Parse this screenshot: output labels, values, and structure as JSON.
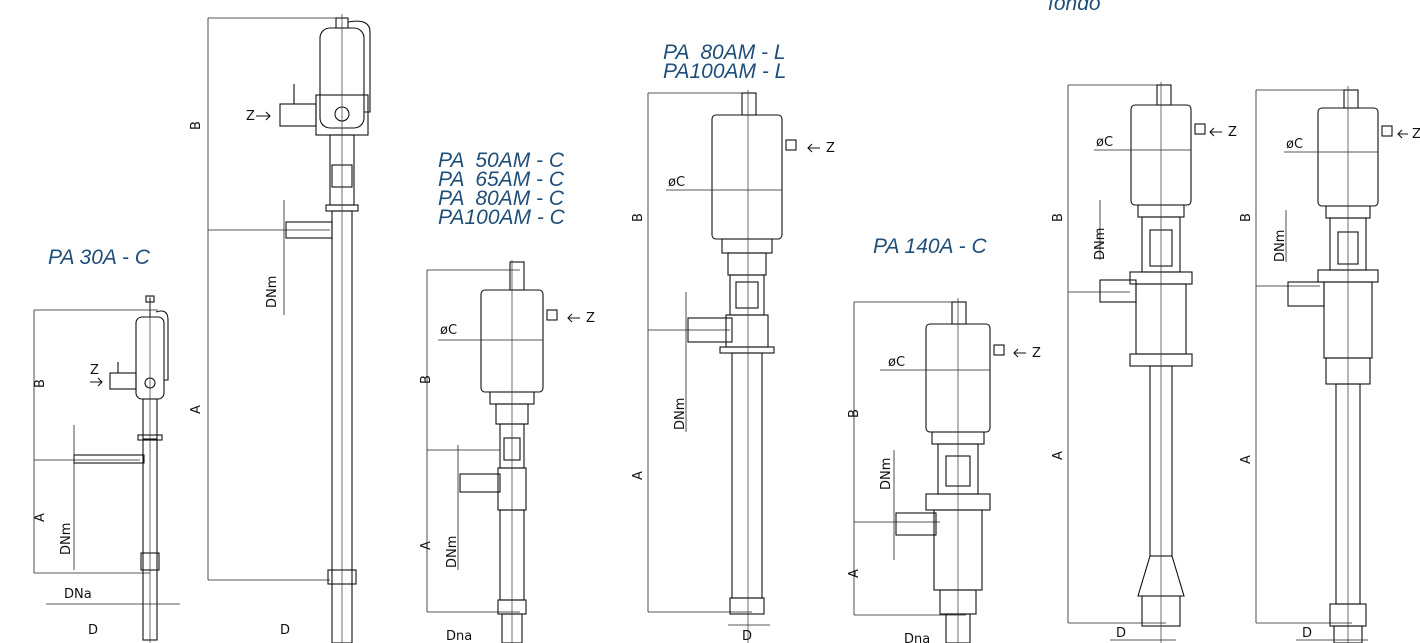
{
  "titles": {
    "pa30": "PA 30A - C",
    "series_c": [
      "PA  50AM - C",
      "PA  65AM - C",
      "PA  80AM - C",
      "PA100AM - C"
    ],
    "series_l": [
      "PA  80AM - L",
      "PA100AM - L"
    ],
    "pa140": "PA 140A - C",
    "fondo": "fondo"
  },
  "labels": {
    "A": "A",
    "B": "B",
    "C": "øC",
    "D": "D",
    "DNm": "DNm",
    "DNa": "DNa",
    "Dna": "Dna",
    "Z": "Z"
  },
  "colors": {
    "title": "#1f4e79",
    "line": "#111111"
  }
}
